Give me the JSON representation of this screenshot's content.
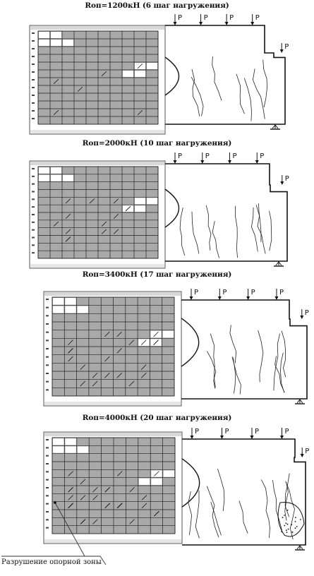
{
  "panels": [
    {
      "title": "Rоп=1200кН (6 шаг нагружения)",
      "p_labels": [
        "P",
        "P",
        "P",
        "P",
        "P"
      ]
    },
    {
      "title": "Rоп=2000кН (10 шаг нагружения)",
      "p_labels": [
        "P",
        "P",
        "P",
        "P",
        "P"
      ]
    },
    {
      "title": "Rоп=3400кН (17 шаг нагружения)",
      "p_labels": [
        "P",
        "P",
        "P",
        "P",
        "P"
      ]
    },
    {
      "title": "Rоп=4000кН (20 шаг нагружения)",
      "p_labels": [
        "P",
        "P",
        "P",
        "P",
        "P"
      ]
    }
  ],
  "callout": {
    "label": "Разрушение опорной зоны"
  },
  "colors": {
    "grid_fill": "#a9a9a9",
    "line": "#111111",
    "panel_bg": "#ffffff"
  }
}
